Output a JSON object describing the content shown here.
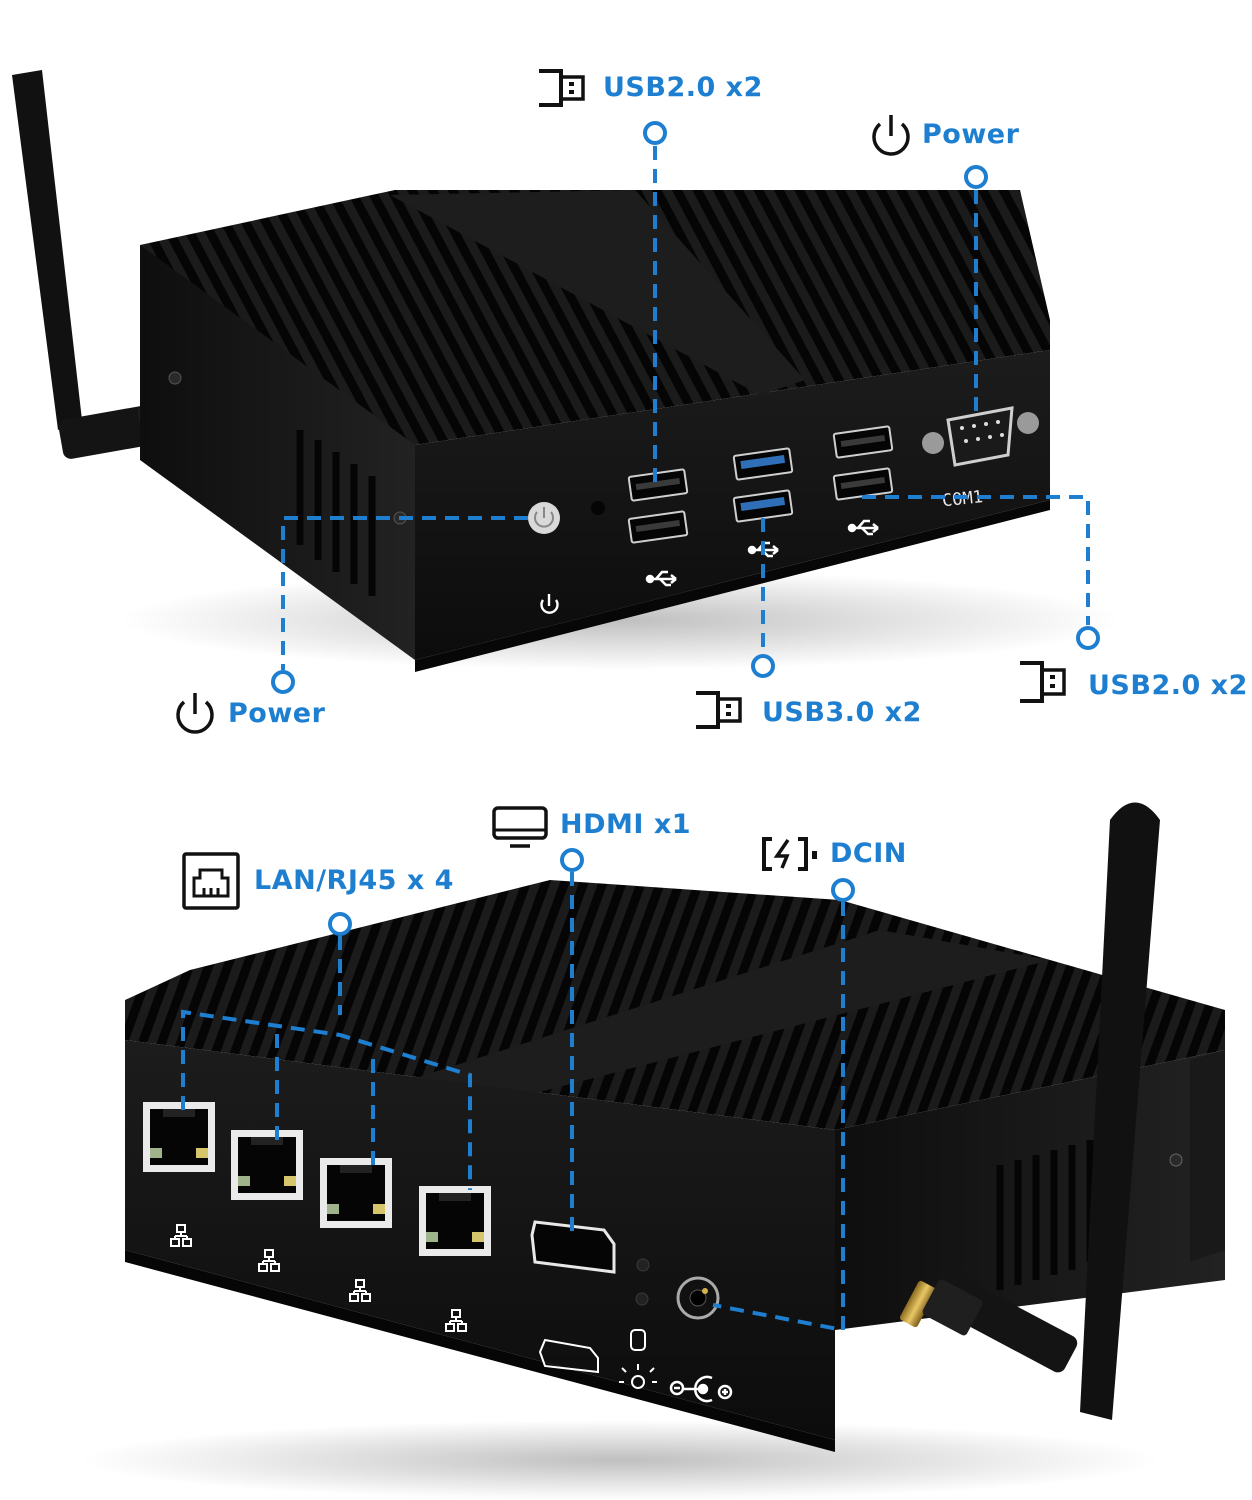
{
  "page": {
    "accent_color": "#1e7fd0",
    "device_color": "#141414",
    "background_color": "#ffffff"
  },
  "top_view": {
    "description": "Front view of fanless mini PC",
    "callouts": [
      {
        "id": "usb20-top",
        "icon": "usb-stick-icon",
        "label": "USB2.0 x2"
      },
      {
        "id": "power-top",
        "icon": "power-icon",
        "label": "Power"
      },
      {
        "id": "power-left",
        "icon": "power-icon",
        "label": "Power"
      },
      {
        "id": "usb30",
        "icon": "usb-stick-icon",
        "label": "USB3.0 x2"
      },
      {
        "id": "usb20-right",
        "icon": "usb-stick-icon",
        "label": "USB2.0 x2"
      }
    ],
    "port_labels": {
      "com": "COM1"
    }
  },
  "bottom_view": {
    "description": "Rear view of fanless mini PC",
    "callouts": [
      {
        "id": "lan",
        "icon": "ethernet-port-icon",
        "label": "LAN/RJ45 x 4"
      },
      {
        "id": "hdmi",
        "icon": "monitor-icon",
        "label": "HDMI x1"
      },
      {
        "id": "dcin",
        "icon": "charging-icon",
        "label": "DCIN"
      }
    ],
    "lan_port_count": 4
  }
}
